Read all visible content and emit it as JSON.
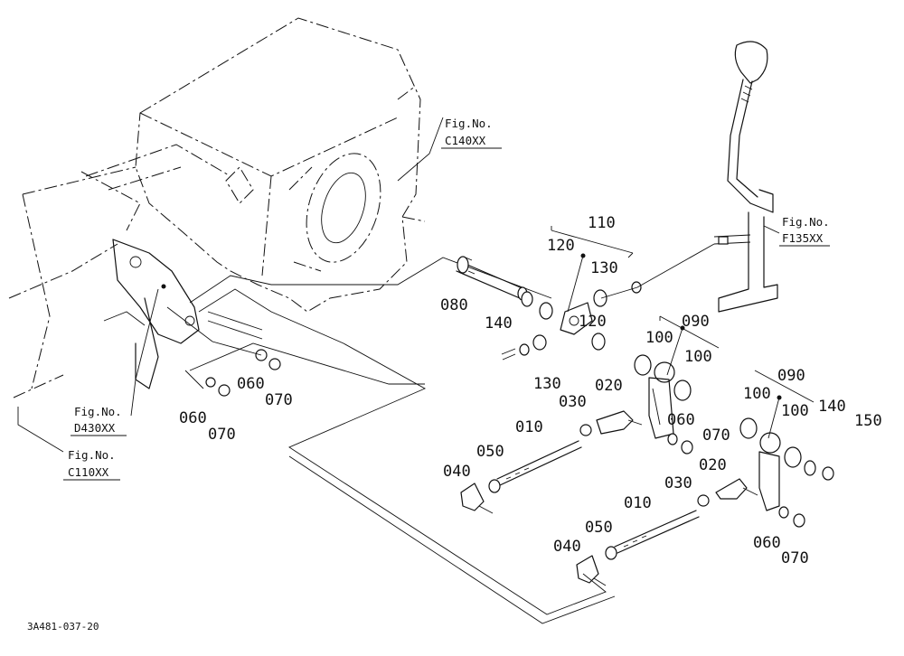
{
  "figure": {
    "drawing_code": "3A481-037-20",
    "references": [
      {
        "id": "ref-c140",
        "line1": "Fig.No.",
        "line2": "C140XX"
      },
      {
        "id": "ref-f135",
        "line1": "Fig.No.",
        "line2": "F135XX"
      },
      {
        "id": "ref-d430",
        "line1": "Fig.No.",
        "line2": "D430XX"
      },
      {
        "id": "ref-c110",
        "line1": "Fig.No.",
        "line2": "C110XX"
      }
    ],
    "part_labels": [
      "110",
      "120",
      "130",
      "080",
      "140",
      "120",
      "130",
      "090",
      "100",
      "100",
      "090",
      "100",
      "100",
      "140",
      "150",
      "060",
      "070",
      "060",
      "070",
      "030",
      "020",
      "060",
      "070",
      "010",
      "050",
      "040",
      "030",
      "020",
      "010",
      "050",
      "040",
      "060",
      "070"
    ]
  }
}
